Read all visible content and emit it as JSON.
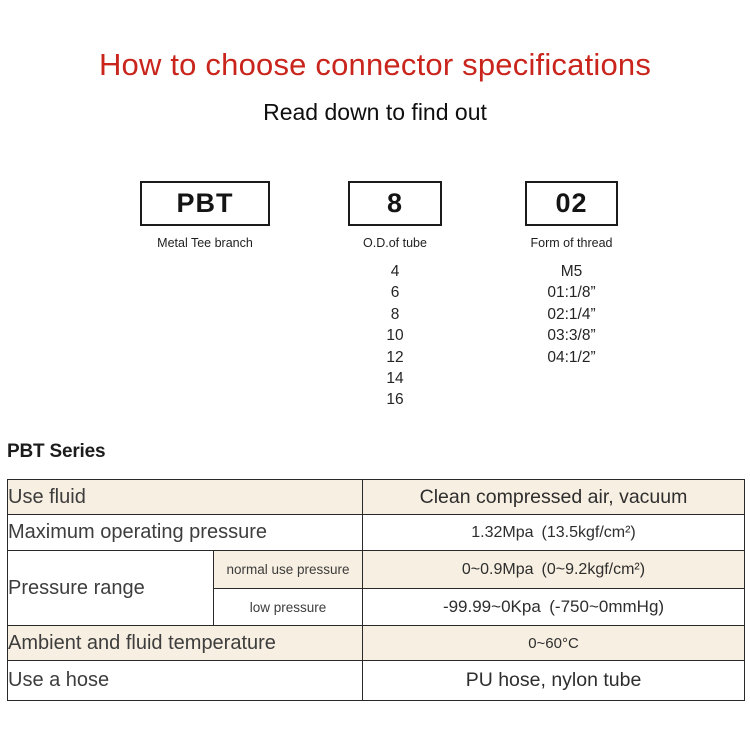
{
  "page": {
    "title": "How to choose connector specifications",
    "subtitle": "Read down to find out"
  },
  "selector": {
    "columns": [
      {
        "code": "PBT",
        "label": "Metal Tee branch",
        "options": []
      },
      {
        "code": "8",
        "label": "O.D.of tube",
        "options": [
          "4",
          "6",
          "8",
          "10",
          "12",
          "14",
          "16"
        ]
      },
      {
        "code": "02",
        "label": "Form of thread",
        "options": [
          "M5",
          "01:1/8”",
          "02:1/4”",
          "03:3/8”",
          "04:1/2”"
        ]
      }
    ]
  },
  "series": {
    "heading": "PBT Series"
  },
  "spec_table": {
    "rows": [
      {
        "label": "Use fluid",
        "value": "Clean compressed air, vacuum"
      },
      {
        "label": "Maximum operating pressure",
        "value": "1.32Mpa (13.5kgf/cm²)"
      },
      {
        "label": "Pressure range",
        "sub": "normal use pressure",
        "value": "0~0.9Mpa (0~9.2kgf/cm²)"
      },
      {
        "sub": "low pressure",
        "value": "-99.99~0Kpa (-750~0mmHg)"
      },
      {
        "label": "Ambient and fluid temperature",
        "value": "0~60°C"
      },
      {
        "label": "Use a hose",
        "value": "PU hose, nylon tube"
      }
    ]
  },
  "colors": {
    "accent_red": "#c9251d",
    "row_beige": "#f7efe1",
    "border": "#292929"
  }
}
